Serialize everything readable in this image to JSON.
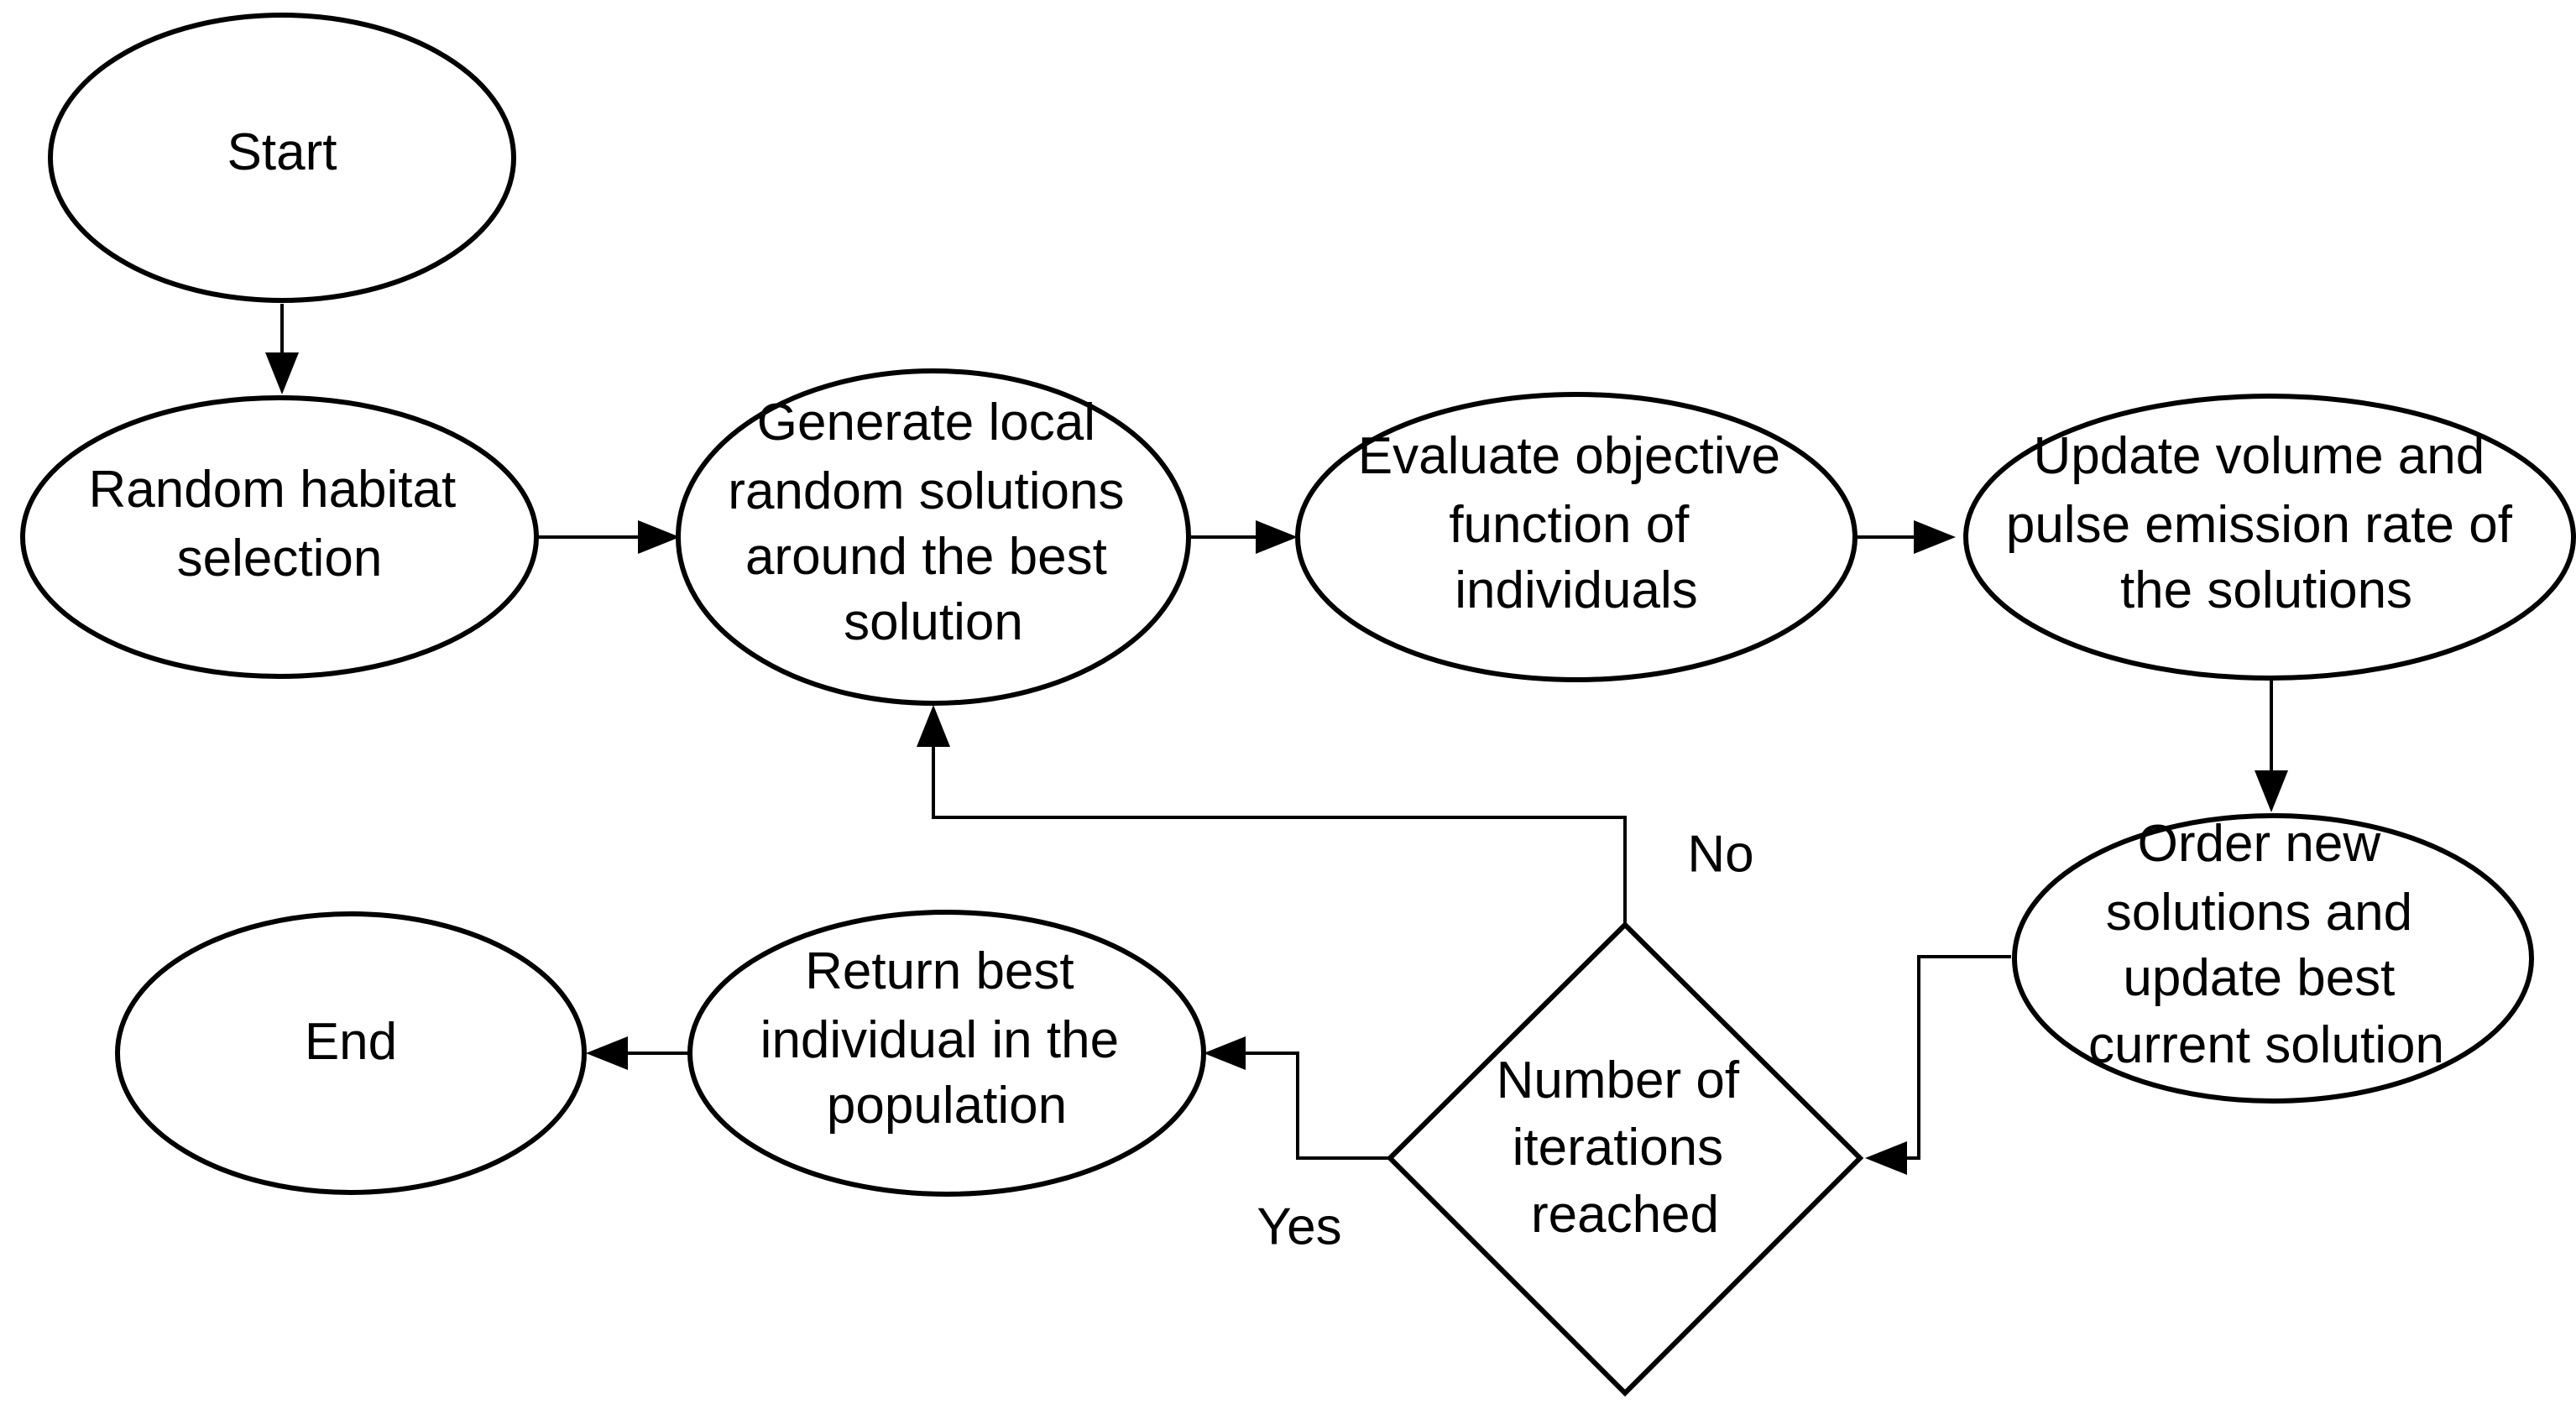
{
  "flowchart": {
    "nodes": {
      "start": {
        "shape": "ellipse",
        "lines": [
          "Start"
        ]
      },
      "random_habitat": {
        "shape": "ellipse",
        "lines": [
          "Random habitat",
          "selection"
        ]
      },
      "generate_local": {
        "shape": "ellipse",
        "lines": [
          "Generate local",
          "random solutions",
          "around the best",
          "solution"
        ]
      },
      "evaluate": {
        "shape": "ellipse",
        "lines": [
          "Evaluate objective",
          "function of",
          "individuals"
        ]
      },
      "update_volume": {
        "shape": "ellipse",
        "lines": [
          "Update volume and",
          "pulse emission rate of",
          "the solutions"
        ]
      },
      "order_new": {
        "shape": "ellipse",
        "lines": [
          "Order new",
          "solutions and",
          "update best",
          "current solution"
        ]
      },
      "decision": {
        "shape": "diamond",
        "lines": [
          "Number of",
          "iterations",
          "reached"
        ]
      },
      "return_best": {
        "shape": "ellipse",
        "lines": [
          "Return best",
          "individual in the",
          "population"
        ]
      },
      "end": {
        "shape": "ellipse",
        "lines": [
          "End"
        ]
      }
    },
    "edges": [
      {
        "from": "start",
        "to": "random_habitat",
        "label": ""
      },
      {
        "from": "random_habitat",
        "to": "generate_local",
        "label": ""
      },
      {
        "from": "generate_local",
        "to": "evaluate",
        "label": ""
      },
      {
        "from": "evaluate",
        "to": "update_volume",
        "label": ""
      },
      {
        "from": "update_volume",
        "to": "order_new",
        "label": ""
      },
      {
        "from": "order_new",
        "to": "decision",
        "label": ""
      },
      {
        "from": "decision",
        "to": "generate_local",
        "label": "No"
      },
      {
        "from": "decision",
        "to": "return_best",
        "label": "Yes"
      },
      {
        "from": "return_best",
        "to": "end",
        "label": ""
      }
    ]
  }
}
